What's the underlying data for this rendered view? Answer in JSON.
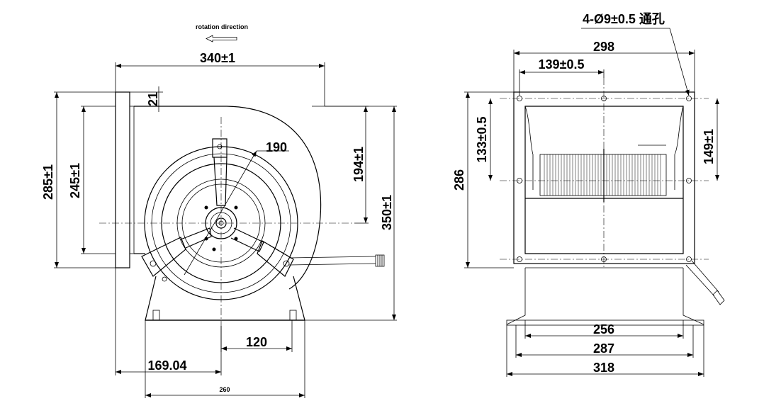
{
  "front_view": {
    "rotation_label": "rotation direction",
    "dims": {
      "width_340": "340±1",
      "d21": "21",
      "h285": "285±1",
      "h245": "245±1",
      "d190": "190",
      "h194": "194±1",
      "h350": "350±1",
      "d120": "120",
      "d169": "169.04",
      "d260": "260"
    }
  },
  "side_view": {
    "dims": {
      "hole_note": "4-Ø9±0.5 通孔",
      "w298": "298",
      "w139": "139±0.5",
      "h133": "133±0.5",
      "h149": "149±1",
      "h286": "286",
      "w256": "256",
      "w287": "287",
      "w318": "318"
    }
  }
}
